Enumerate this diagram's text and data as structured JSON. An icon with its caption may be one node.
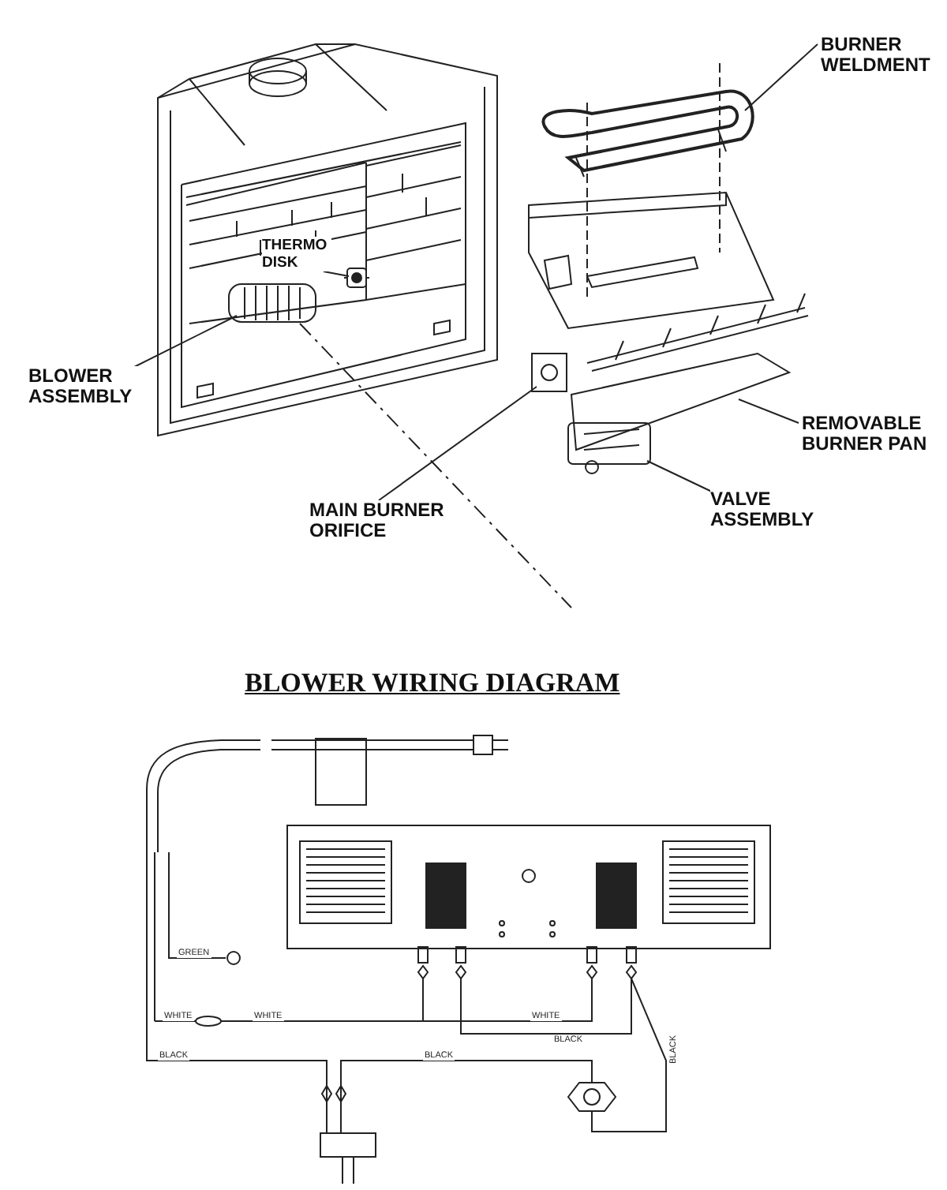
{
  "diagram": {
    "nodes": [
      {
        "text": [
          "BURNER WELDMENT"
        ]
      },
      {
        "text": [],
        "shape": "picture"
      },
      {
        "text": [
          "THERMO DISK"
        ]
      },
      {
        "text": [],
        "shape": "picture"
      },
      {
        "text": [
          "BLOWER ASSEMBLY"
        ]
      },
      {
        "text": [],
        "shape": "picture"
      },
      {
        "text": [
          "MAIN BURNER ORIFICE"
        ]
      },
      {
        "text": [],
        "shape": "picture"
      },
      {
        "text": [
          "REMOVABLE BURNER PAN"
        ]
      },
      {
        "text": [],
        "shape": "picture"
      },
      {
        "text": [
          "VALVE ASSEMBLY"
        ]
      },
      {
        "text": [],
        "shape": "picture"
      }
    ],
    "edges": [
      {
        "from": 0,
        "to": 1,
        "arrow": "none"
      },
      {
        "from": 2,
        "to": 3,
        "arrow": "none"
      },
      {
        "from": 4,
        "to": 5,
        "arrow": "none"
      },
      {
        "from": 6,
        "to": 7,
        "arrow": "none"
      },
      {
        "from": 8,
        "to": 9,
        "arrow": "none"
      },
      {
        "from": 10,
        "to": 11,
        "arrow": "none"
      }
    ],
    "labels": [
      "BLOWER WIRING DIAGRAM",
      "GREEN",
      "WHITE",
      "WHITE",
      "WHITE",
      "BLACK",
      "BLACK",
      "BLACK",
      "BLACK"
    ]
  }
}
